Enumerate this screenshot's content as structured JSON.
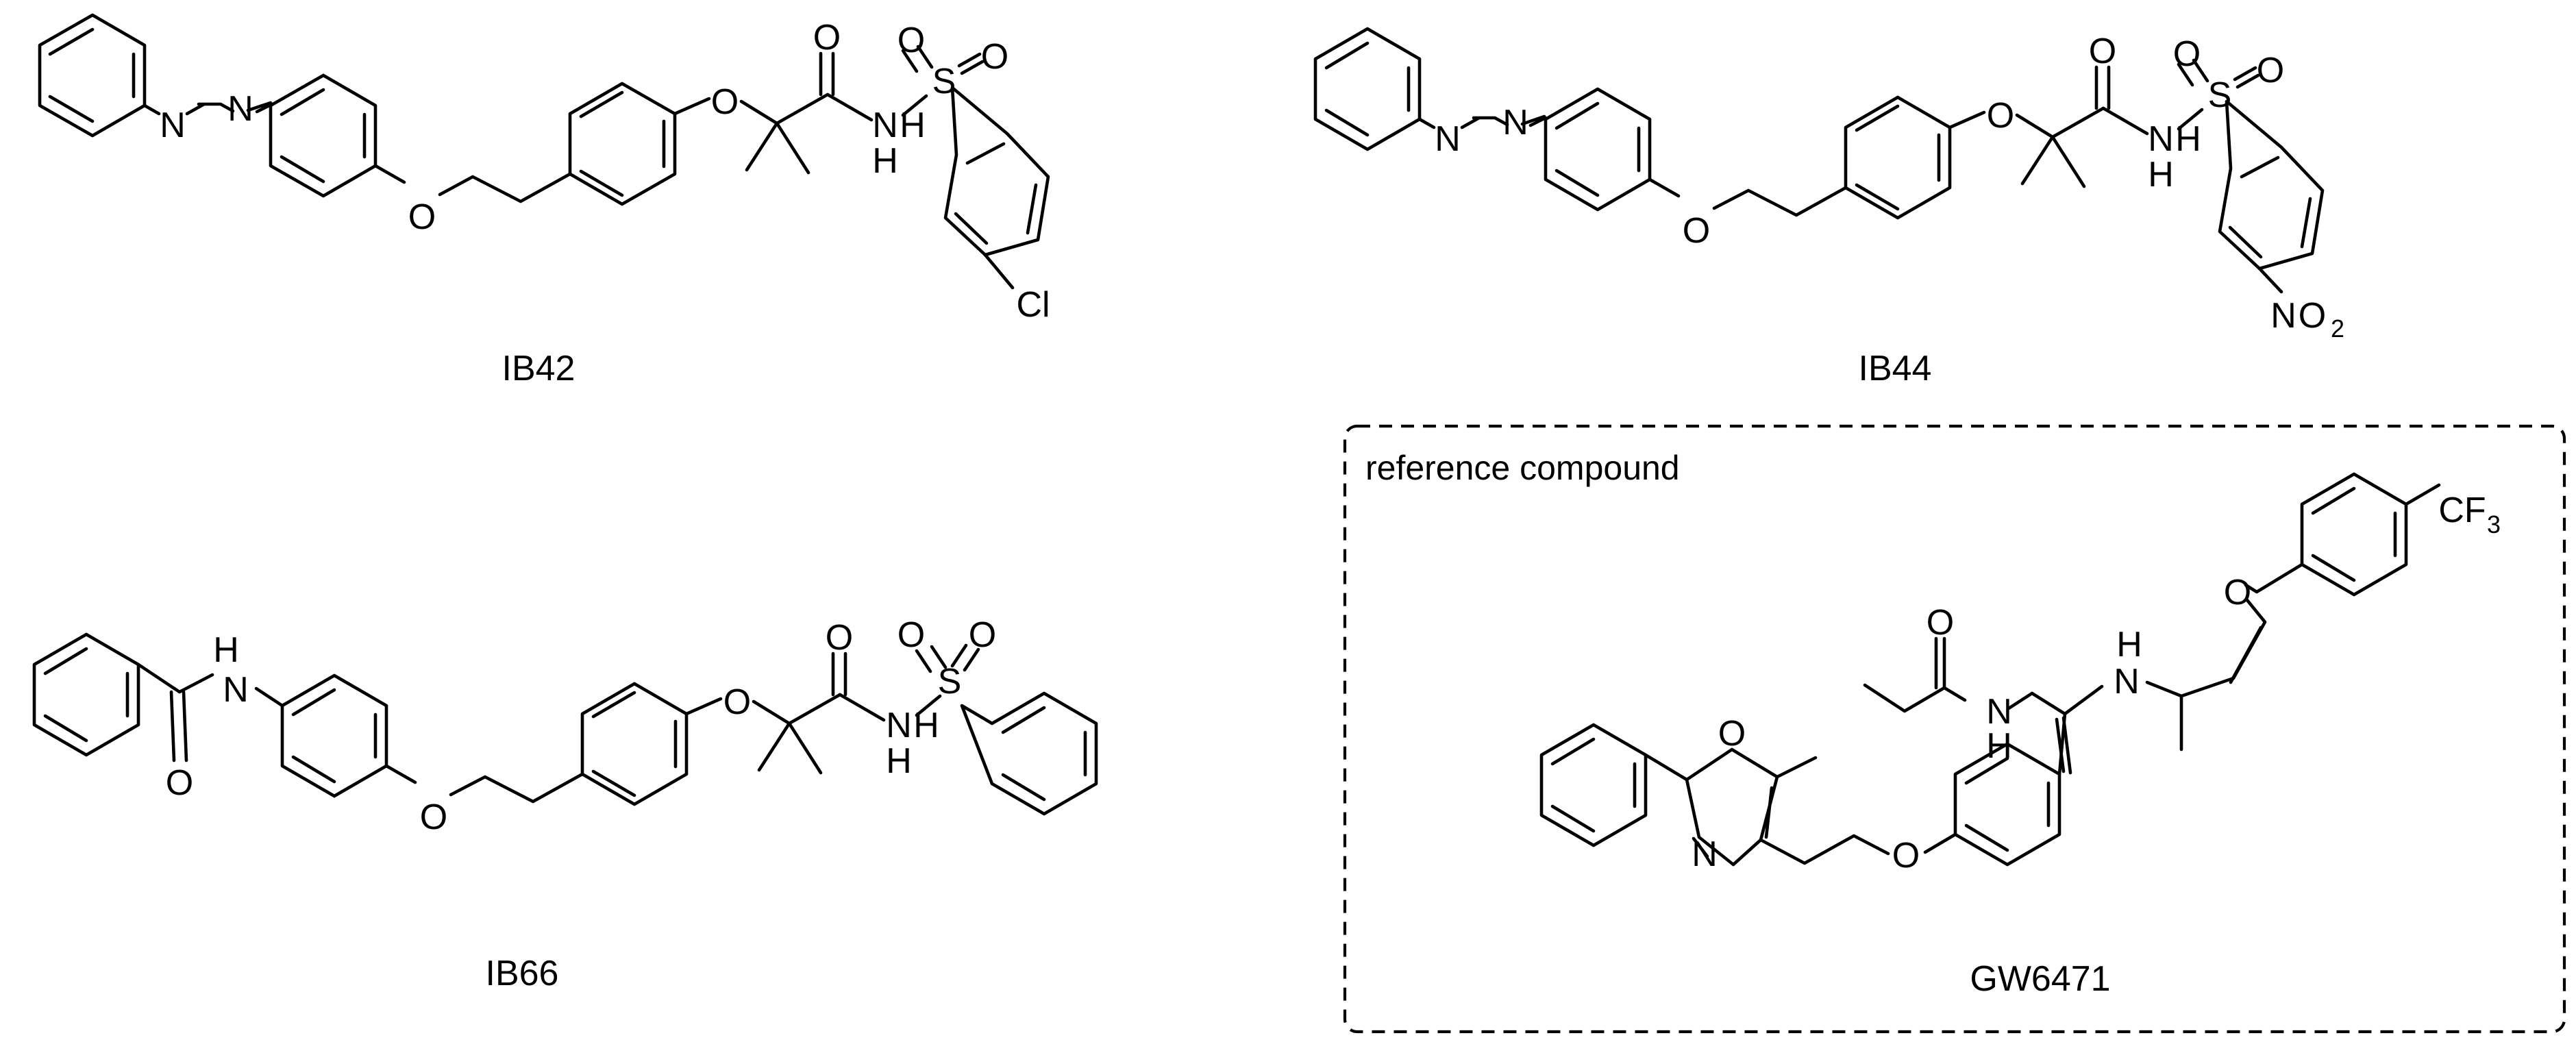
{
  "reference_box": {
    "label": "reference compound"
  },
  "compounds": [
    {
      "id": "IB42",
      "label": "IB42",
      "atoms": {
        "N1": "N",
        "N2": "N",
        "O_ether": "O",
        "O_aryl": "O",
        "O_carbonyl": "O",
        "NH_N": "N",
        "NH_H": "H",
        "S": "S",
        "O_s1": "O",
        "O_s2": "O",
        "Cl": "Cl"
      }
    },
    {
      "id": "IB44",
      "label": "IB44",
      "atoms": {
        "N1": "N",
        "N2": "N",
        "O_ether": "O",
        "O_aryl": "O",
        "O_carbonyl": "O",
        "NH_N": "N",
        "NH_H": "H",
        "S": "S",
        "O_s1": "O",
        "O_s2": "O",
        "NO2_N": "N",
        "NO2_O": "O",
        "NO2_sub": "2"
      }
    },
    {
      "id": "IB66",
      "label": "IB66",
      "atoms": {
        "amide_H": "H",
        "amide_N": "N",
        "amide_O": "O",
        "O_ether": "O",
        "O_aryl": "O",
        "O_carbonyl": "O",
        "NH_N": "N",
        "NH_H": "H",
        "S": "S",
        "O_s1": "O",
        "O_s2": "O"
      }
    },
    {
      "id": "GW6471",
      "label": "GW6471",
      "atoms": {
        "CF3": "CF",
        "CF3_sub": "3",
        "O_ketone": "O",
        "N_enamine": "N",
        "H_enamine": "H",
        "O_amide": "O",
        "N_amide": "N",
        "H_amide": "H",
        "O_oxazole": "O",
        "N_oxazole": "N",
        "O_ether": "O"
      }
    }
  ]
}
